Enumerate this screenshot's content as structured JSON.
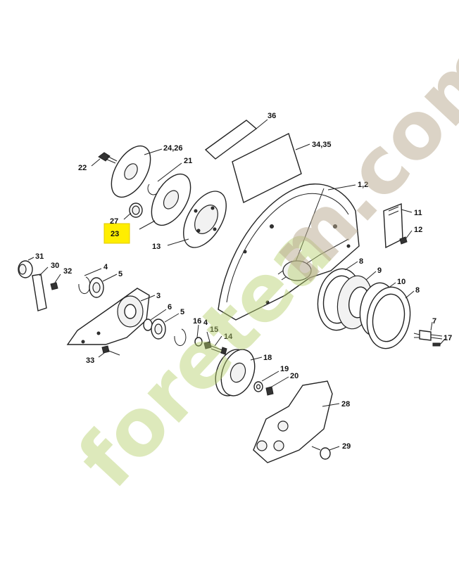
{
  "watermark": {
    "text": "foreteam.com",
    "green_part": "foretea",
    "tan_part": "m.com",
    "green": "#b5cf6a",
    "tan": "#b8a98e"
  },
  "highlight": {
    "label": "23",
    "color": "#ffee00"
  },
  "labels": {
    "p36": "36",
    "p34_35": "34,35",
    "p24_26": "24,26",
    "p21": "21",
    "p22": "22",
    "p1_2": "1,2",
    "p27": "27",
    "p13": "13",
    "p11": "11",
    "p12": "12",
    "p31": "31",
    "p30": "30",
    "p32": "32",
    "p4a": "4",
    "p5a": "5",
    "p3": "3",
    "p6": "6",
    "p5b": "5",
    "p16": "16",
    "p4b": "4",
    "p15": "15",
    "p14": "14",
    "p8a": "8",
    "p9": "9",
    "p10": "10",
    "p8b": "8",
    "p7": "7",
    "p17": "17",
    "p33": "33",
    "p18": "18",
    "p19": "19",
    "p20": "20",
    "p28": "28",
    "p29": "29"
  }
}
